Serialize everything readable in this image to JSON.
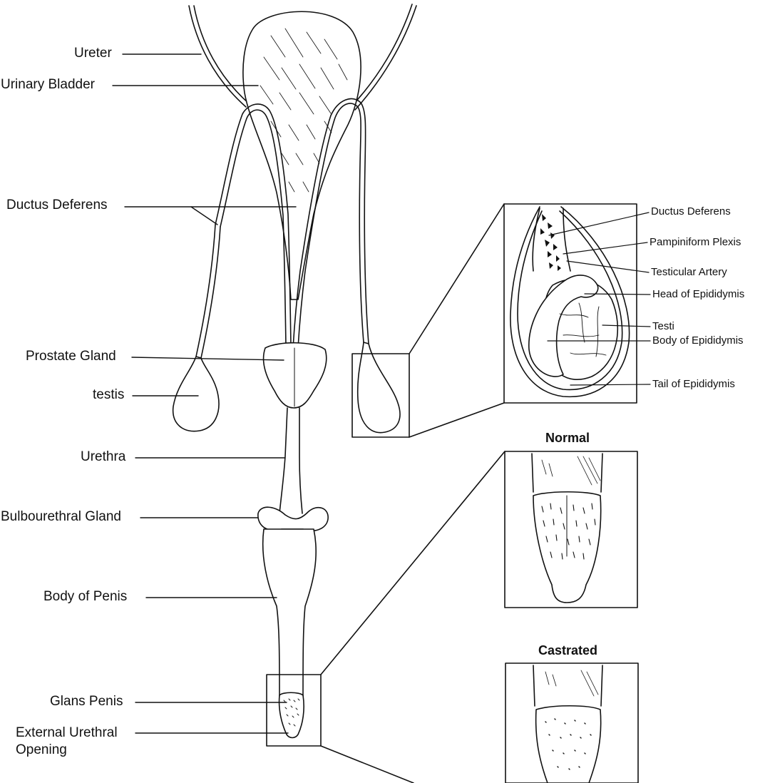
{
  "labels": {
    "ureter": "Ureter",
    "urinary_bladder": "Urinary Bladder",
    "ductus_deferens": "Ductus Deferens",
    "prostate_gland": "Prostate Gland",
    "testis": "testis",
    "urethra": "Urethra",
    "bulbourethral_gland": "Bulbourethral Gland",
    "body_of_penis": "Body of Penis",
    "glans_penis": "Glans Penis",
    "external_urethral_opening_line1": "External Urethral",
    "external_urethral_opening_line2": "Opening"
  },
  "testis_inset": {
    "ductus_deferens": "Ductus Deferens",
    "pampiniform_plexis": "Pampiniform Plexis",
    "testicular_artery": "Testicular Artery",
    "head_of_epididymis": "Head of Epididymis",
    "testi": "Testi",
    "body_of_epididymis": "Body of Epididymis",
    "tail_of_epididymis": "Tail of Epididymis"
  },
  "glans_insets": {
    "normal": "Normal",
    "castrated": "Castrated"
  },
  "colors": {
    "ink": "#111111",
    "organ_fill": "#ffffff",
    "background": "#ffffff"
  }
}
